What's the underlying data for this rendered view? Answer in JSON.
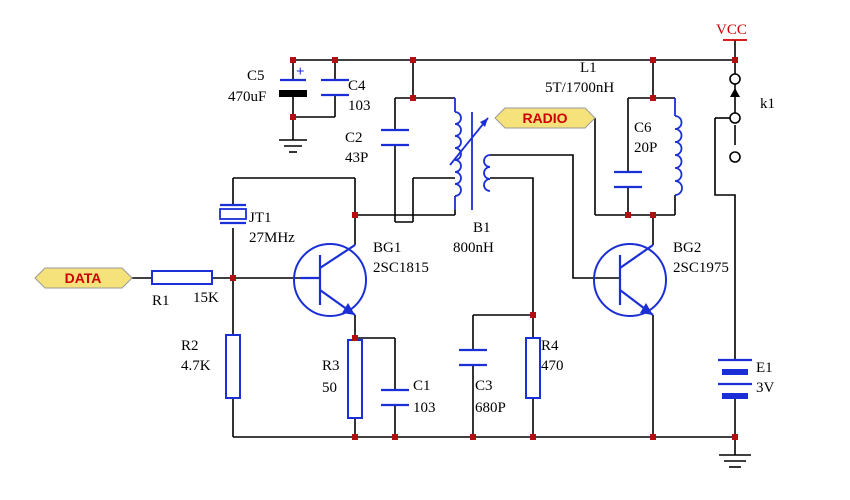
{
  "labels": {
    "vcc": "VCC",
    "c5": "C5",
    "c5_value": "470uF",
    "c4": "C4",
    "c4_value": "103",
    "c2": "C2",
    "c2_value": "43P",
    "l1": "L1",
    "l1_value": "5T/1700nH",
    "c6": "C6",
    "c6_value": "20P",
    "k1": "k1",
    "jt1": "JT1",
    "jt1_value": "27MHz",
    "bg1": "BG1",
    "bg1_value": "2SC1815",
    "b1": "B1",
    "b1_value": "800nH",
    "bg2": "BG2",
    "bg2_value": "2SC1975",
    "r1": "R1",
    "r1_value": "15K",
    "r2": "R2",
    "r2_value": "4.7K",
    "r3": "R3",
    "r3_value": "50",
    "c1": "C1",
    "c1_value": "103",
    "c3": "C3",
    "c3_value": "680P",
    "r4": "R4",
    "r4_value": "470",
    "e1": "E1",
    "e1_value": "3V",
    "polarity_plus": "+"
  },
  "tags": {
    "data": "DATA",
    "radio": "RADIO"
  },
  "colors": {
    "wire": "#000000",
    "component": "#1a2fd6",
    "node": "#b01010",
    "tag_fill": "#f5e27a",
    "tag_text": "#cc0000",
    "vcc": "#cc0000"
  }
}
